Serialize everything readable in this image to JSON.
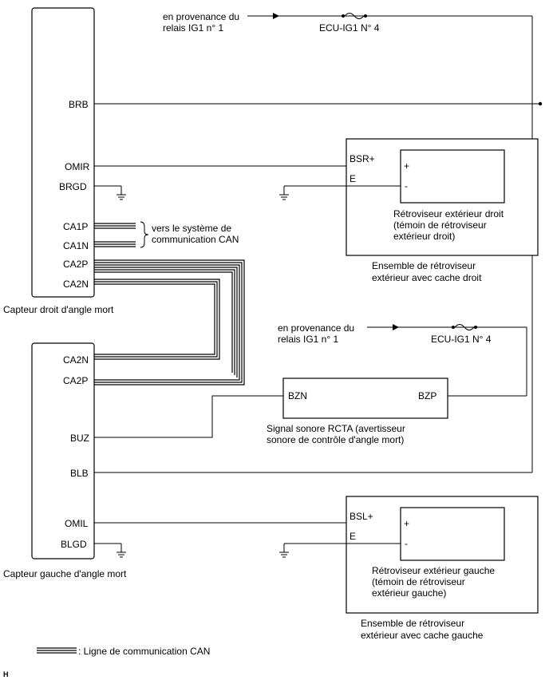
{
  "supply_top": {
    "from_line1": "en provenance du",
    "from_line2": "relais IG1 n° 1",
    "fuse": "ECU-IG1 N° 4"
  },
  "supply_mid": {
    "from_line1": "en provenance du",
    "from_line2": "relais IG1 n° 1",
    "fuse": "ECU-IG1 N° 4"
  },
  "right_sensor": {
    "label": "Capteur droit d'angle mort",
    "pins": {
      "brb": "BRB",
      "omir": "OMIR",
      "brgd": "BRGD",
      "ca1p": "CA1P",
      "ca1n": "CA1N",
      "ca2p": "CA2P",
      "ca2n": "CA2N"
    }
  },
  "can_note": {
    "line1": "vers le système de",
    "line2": "communication CAN"
  },
  "left_sensor": {
    "label": "Capteur gauche d'angle mort",
    "pins": {
      "ca2n": "CA2N",
      "ca2p": "CA2P",
      "buz": "BUZ",
      "blb": "BLB",
      "omil": "OMIL",
      "blgd": "BLGD"
    }
  },
  "right_mirror": {
    "pin_plus": "BSR+",
    "pin_e": "E",
    "plus": "+",
    "minus": "-",
    "inner_line1": "Rétroviseur extérieur droit",
    "inner_line2": "(témoin de rétroviseur",
    "inner_line3": "extérieur droit)",
    "caption_line1": "Ensemble de rétroviseur",
    "caption_line2": "extérieur avec cache droit"
  },
  "buzzer": {
    "pin_n": "BZN",
    "pin_p": "BZP",
    "caption_line1": "Signal sonore RCTA (avertisseur",
    "caption_line2": "sonore de contrôle d'angle mort)"
  },
  "left_mirror": {
    "pin_plus": "BSL+",
    "pin_e": "E",
    "plus": "+",
    "minus": "-",
    "inner_line1": "Rétroviseur extérieur gauche",
    "inner_line2": "(témoin de rétroviseur",
    "inner_line3": "extérieur gauche)",
    "caption_line1": "Ensemble de rétroviseur",
    "caption_line2": "extérieur avec cache gauche"
  },
  "legend": {
    "label": ": Ligne de communication CAN"
  },
  "corner_mark": "H"
}
